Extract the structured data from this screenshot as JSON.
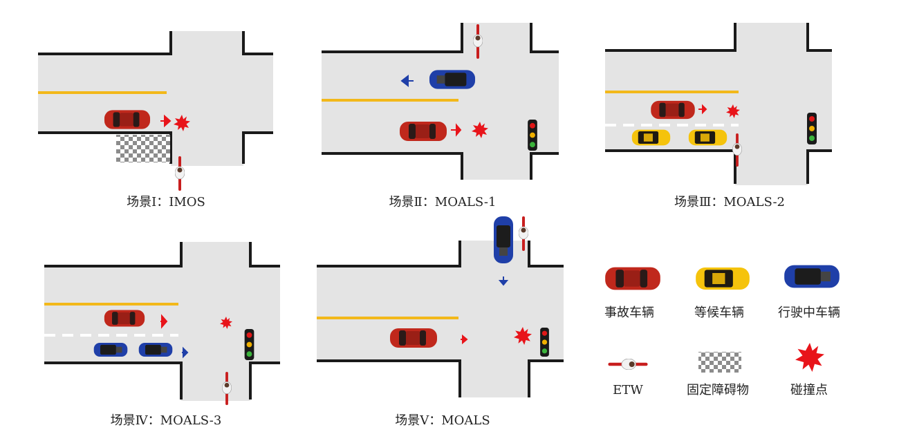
{
  "colors": {
    "road": "#e4e4e4",
    "edge": "#1a1a1a",
    "yellow_line": "#f2b81a",
    "accident_car": "#c0281c",
    "waiting_car": "#f5c30c",
    "moving_car": "#1f3fa8",
    "collision": "#e8141a"
  },
  "scenes": [
    {
      "caption": "场景Ⅰ：IMOS"
    },
    {
      "caption": "场景Ⅱ：MOALS-1"
    },
    {
      "caption": "场景Ⅲ：MOALS-2"
    },
    {
      "caption": "场景Ⅳ：MOALS-3"
    },
    {
      "caption": "场景Ⅴ：MOALS"
    }
  ],
  "legend": {
    "accident_vehicle": "事故车辆",
    "waiting_vehicle": "等候车辆",
    "moving_vehicle": "行驶中车辆",
    "etw": "ETW",
    "fixed_obstacle": "固定障碍物",
    "collision_point": "碰撞点"
  }
}
